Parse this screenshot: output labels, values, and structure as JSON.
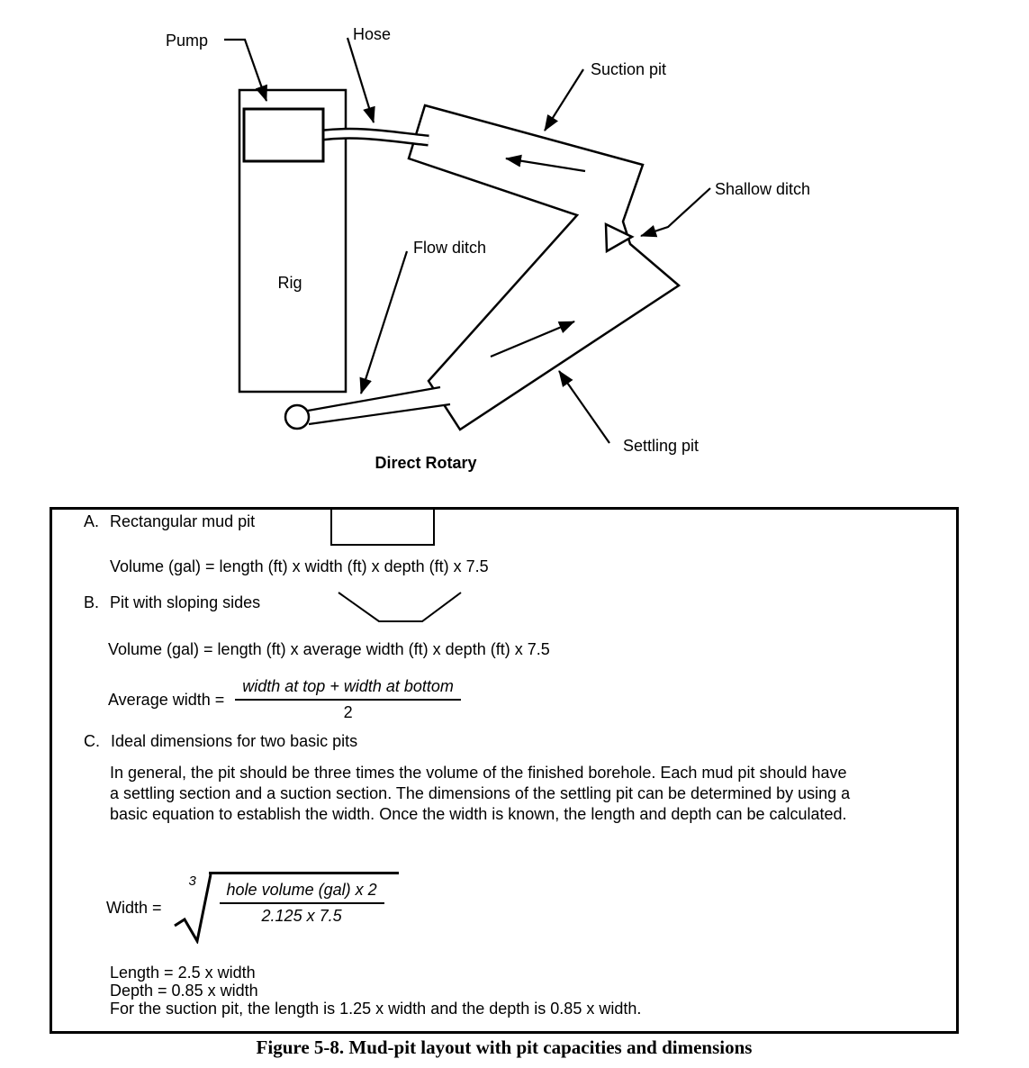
{
  "diagram": {
    "caption": "Direct Rotary",
    "labels": {
      "pump": "Pump",
      "hose": "Hose",
      "suction_pit": "Suction pit",
      "shallow_ditch": "Shallow ditch",
      "rig": "Rig",
      "flow_ditch": "Flow ditch",
      "settling_pit": "Settling pit"
    }
  },
  "panel": {
    "items": {
      "a": {
        "label": "A.",
        "title": "Rectangular mud pit",
        "formula": "Volume (gal) = length (ft) x width (ft) x depth (ft) x 7.5"
      },
      "b": {
        "label": "B.",
        "title": "Pit with sloping sides",
        "formula": "Volume (gal) = length (ft) x average width (ft) x depth (ft) x 7.5",
        "avg_width_label": "Average width =",
        "avg_width_numerator": "width at top + width at bottom",
        "avg_width_denominator": "2"
      },
      "c": {
        "label": "C.",
        "title": "Ideal dimensions for two basic pits",
        "paragraph": "In general, the pit should be three times the volume of the finished borehole.  Each mud pit should have a settling section and a suction section.  The dimensions of the settling pit can be determined by using a basic equation to establish the width.  Once the width is known, the length and depth can be calculated.",
        "width_label": "Width =",
        "root_index": "3",
        "width_numerator": "hole volume (gal) x 2",
        "width_denominator": "2.125 x 7.5",
        "length_line": "Length = 2.5 x width",
        "depth_line": "Depth = 0.85 x width",
        "suction_note": "For the suction pit, the length is 1.25 x width and the depth is 0.85 x width."
      }
    }
  },
  "figure_caption": "Figure 5-8.  Mud-pit layout with pit capacities and dimensions"
}
